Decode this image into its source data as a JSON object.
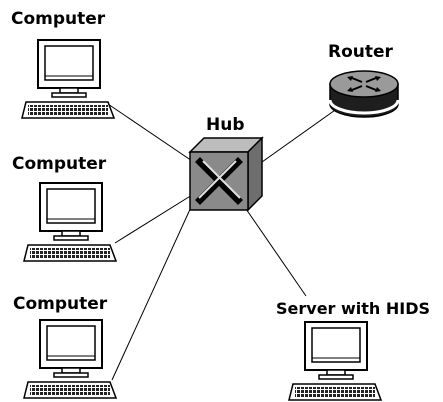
{
  "labels": {
    "computer_1": "Computer",
    "computer_2": "Computer",
    "computer_3": "Computer",
    "hub": "Hub",
    "router": "Router",
    "server": "Server with HIDS"
  },
  "colors": {
    "background": "#ffffff",
    "line": "#000000",
    "hub_fill": "#8a8a8a",
    "router_fill": "#2b2b2b"
  },
  "icons": {
    "computer": "desktop-computer-icon",
    "hub": "network-hub-icon",
    "router": "router-icon",
    "server": "server-computer-icon"
  }
}
